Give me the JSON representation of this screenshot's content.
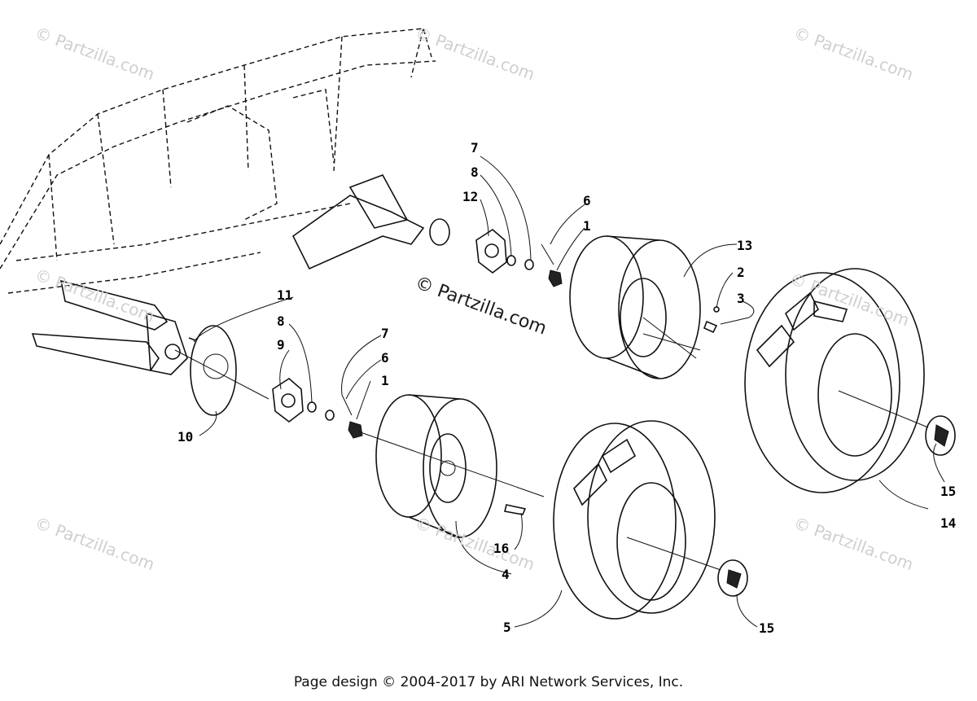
{
  "watermarks": {
    "corner_text": "© Partzilla.com",
    "center_text": "© Partzilla.com"
  },
  "callouts": {
    "c1a": "1",
    "c1b": "1",
    "c2": "2",
    "c3": "3",
    "c4": "4",
    "c5": "5",
    "c6a": "6",
    "c6b": "6",
    "c7a": "7",
    "c7b": "7",
    "c8a": "8",
    "c8b": "8",
    "c9": "9",
    "c10": "10",
    "c11": "11",
    "c12": "12",
    "c13": "13",
    "c14": "14",
    "c15a": "15",
    "c15b": "15",
    "c16": "16"
  },
  "footer": "Page design © 2004-2017 by ARI Network Services, Inc."
}
